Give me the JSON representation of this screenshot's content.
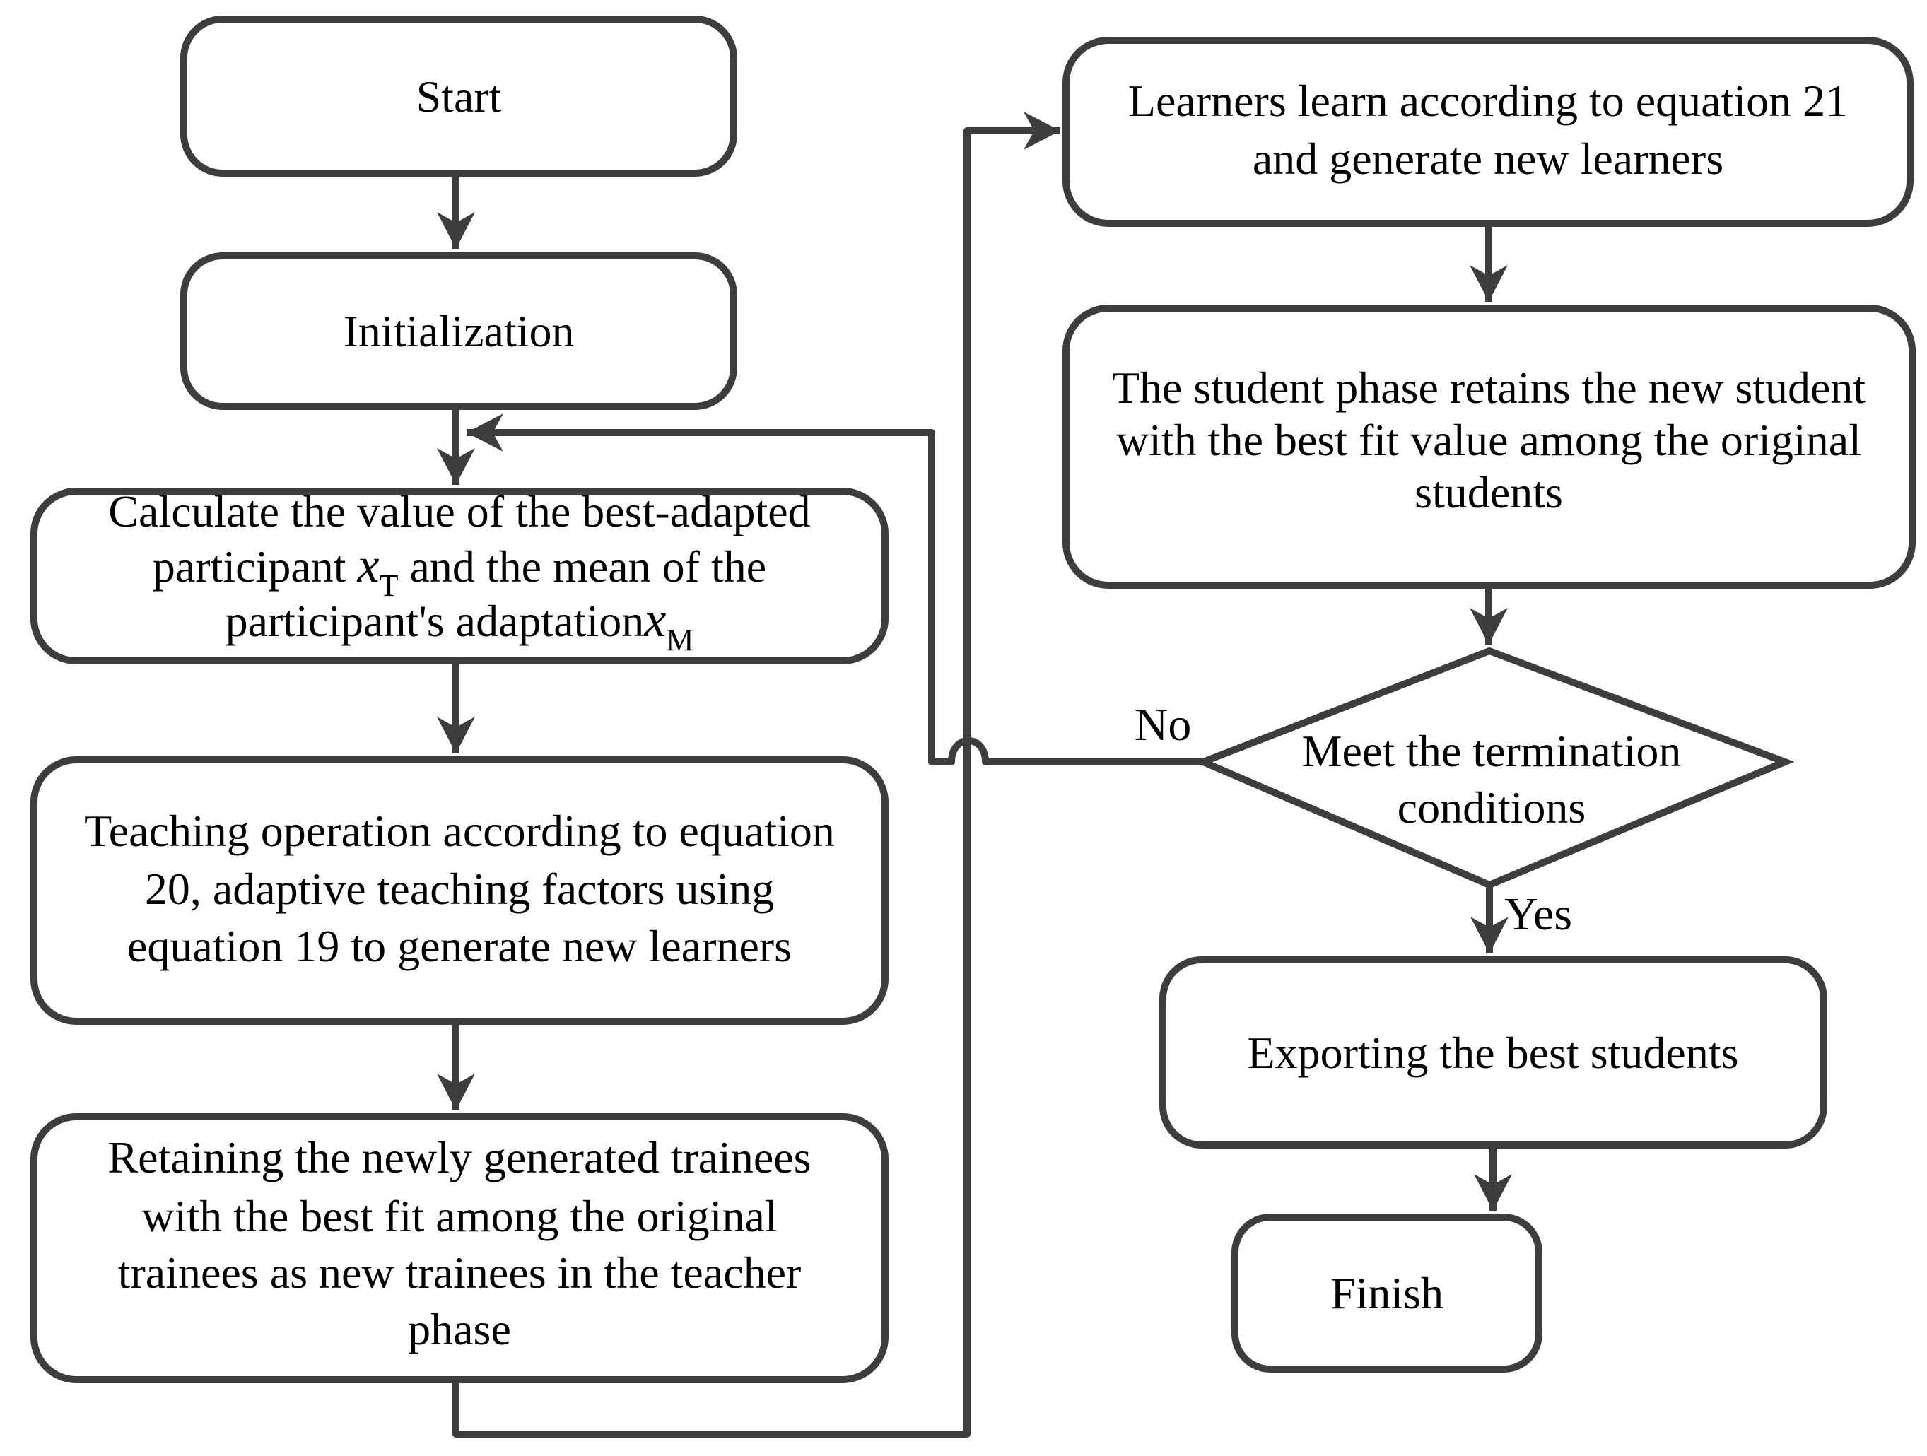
{
  "diagram": {
    "title": "TLBO algorithm flowchart",
    "colors": {
      "line": "#3d3d3d",
      "text": "#000000",
      "background": "#ffffff"
    },
    "nodes": {
      "start": {
        "label": "Start"
      },
      "initialization": {
        "label": "Initialization"
      },
      "calculate": {
        "line1": "Calculate the value of the best-adapted",
        "line2_pre": "participant ",
        "line2_var": "x",
        "line2_sub": "T",
        "line2_post": " and the mean of the",
        "line3_pre": "participant's adaptation",
        "line3_var": "x",
        "line3_sub": "M"
      },
      "teaching": {
        "line1": "Teaching operation according to equation",
        "line2": "20, adaptive teaching factors using",
        "line3": "equation 19 to generate new learners"
      },
      "retaining": {
        "line1": "Retaining the newly generated trainees",
        "line2": "with the best fit among the original",
        "line3": "trainees as new trainees in the teacher",
        "line4": "phase"
      },
      "learners": {
        "line1": "Learners learn according to equation 21",
        "line2": "and generate new learners"
      },
      "student_phase": {
        "line1": "The student phase retains the new student",
        "line2": "with the best fit value among the original",
        "line3": "students"
      },
      "termination": {
        "line1": "Meet the termination",
        "line2": "conditions"
      },
      "exporting": {
        "label": "Exporting the best students"
      },
      "finish": {
        "label": "Finish"
      }
    },
    "edge_labels": {
      "no": "No",
      "yes": "Yes"
    }
  }
}
